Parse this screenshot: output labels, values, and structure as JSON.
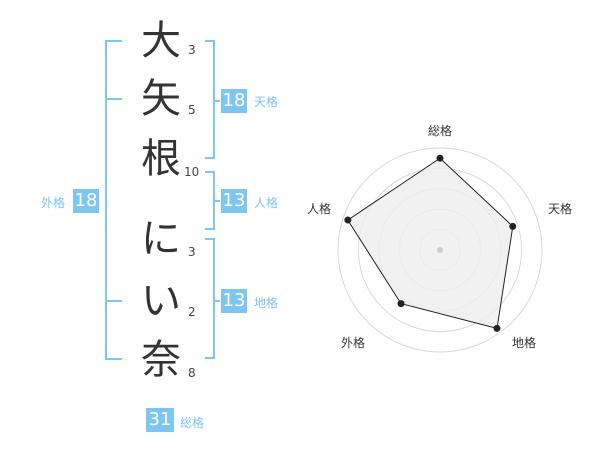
{
  "name_chars": [
    "大",
    "矢",
    "根",
    "に",
    "い",
    "奈"
  ],
  "strokes": [
    "3",
    "5",
    "10",
    "3",
    "2",
    "8"
  ],
  "fortunes": {
    "tenkaku": {
      "value": "18",
      "label": "天格"
    },
    "jinkaku": {
      "value": "13",
      "label": "人格"
    },
    "chikaku": {
      "value": "13",
      "label": "地格"
    },
    "gaikaku": {
      "value": "18",
      "label": "外格"
    },
    "soukaku": {
      "value": "31",
      "label": "総格"
    }
  },
  "radar": {
    "axes": [
      "総格",
      "天格",
      "地格",
      "外格",
      "人格"
    ],
    "values": [
      0.9,
      0.75,
      0.95,
      0.65,
      0.95
    ]
  },
  "colors": {
    "accent": "#7cc6f1",
    "text": "#333333",
    "radar_fill": "#eeeeee",
    "radar_line": "#222222"
  }
}
